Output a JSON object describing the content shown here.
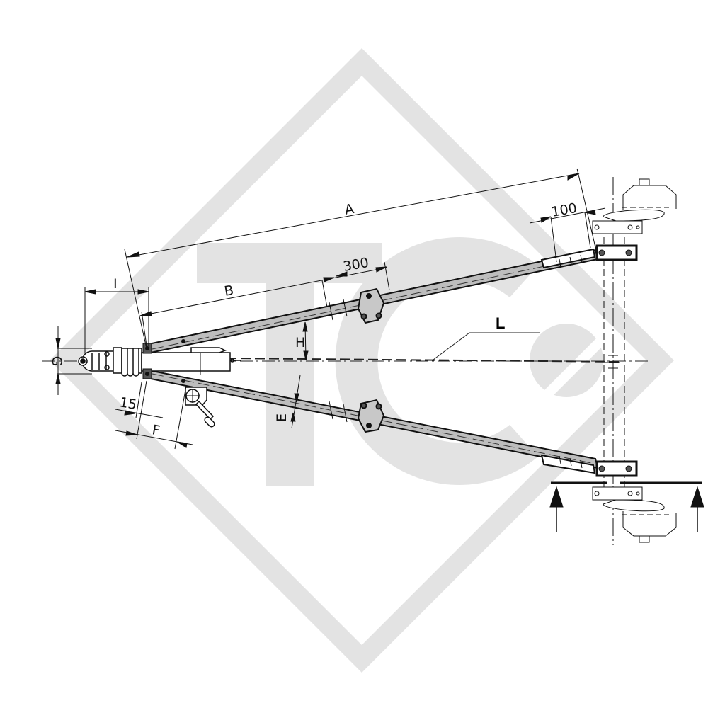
{
  "figure": {
    "type": "technical-drawing",
    "subject": "V-drawbar (A-frame) with coupling head, jockey wheel and axle",
    "background_color": "#ffffff",
    "line_color": "#111111",
    "member_fill_color": "#bdbdbd",
    "watermark": {
      "shape": "diamond-outline with letters",
      "letters": "TC",
      "color": "#e3e3e3"
    }
  },
  "dimensions": {
    "A": {
      "label": "A"
    },
    "B": {
      "label": "B"
    },
    "I": {
      "label": "I"
    },
    "G": {
      "label": "G"
    },
    "H": {
      "label": "H"
    },
    "E": {
      "label": "E"
    },
    "F": {
      "label": "F"
    },
    "d15": {
      "label": "15"
    },
    "d100": {
      "label": "100"
    },
    "d300": {
      "label": "300"
    },
    "L": {
      "label": "L"
    }
  }
}
